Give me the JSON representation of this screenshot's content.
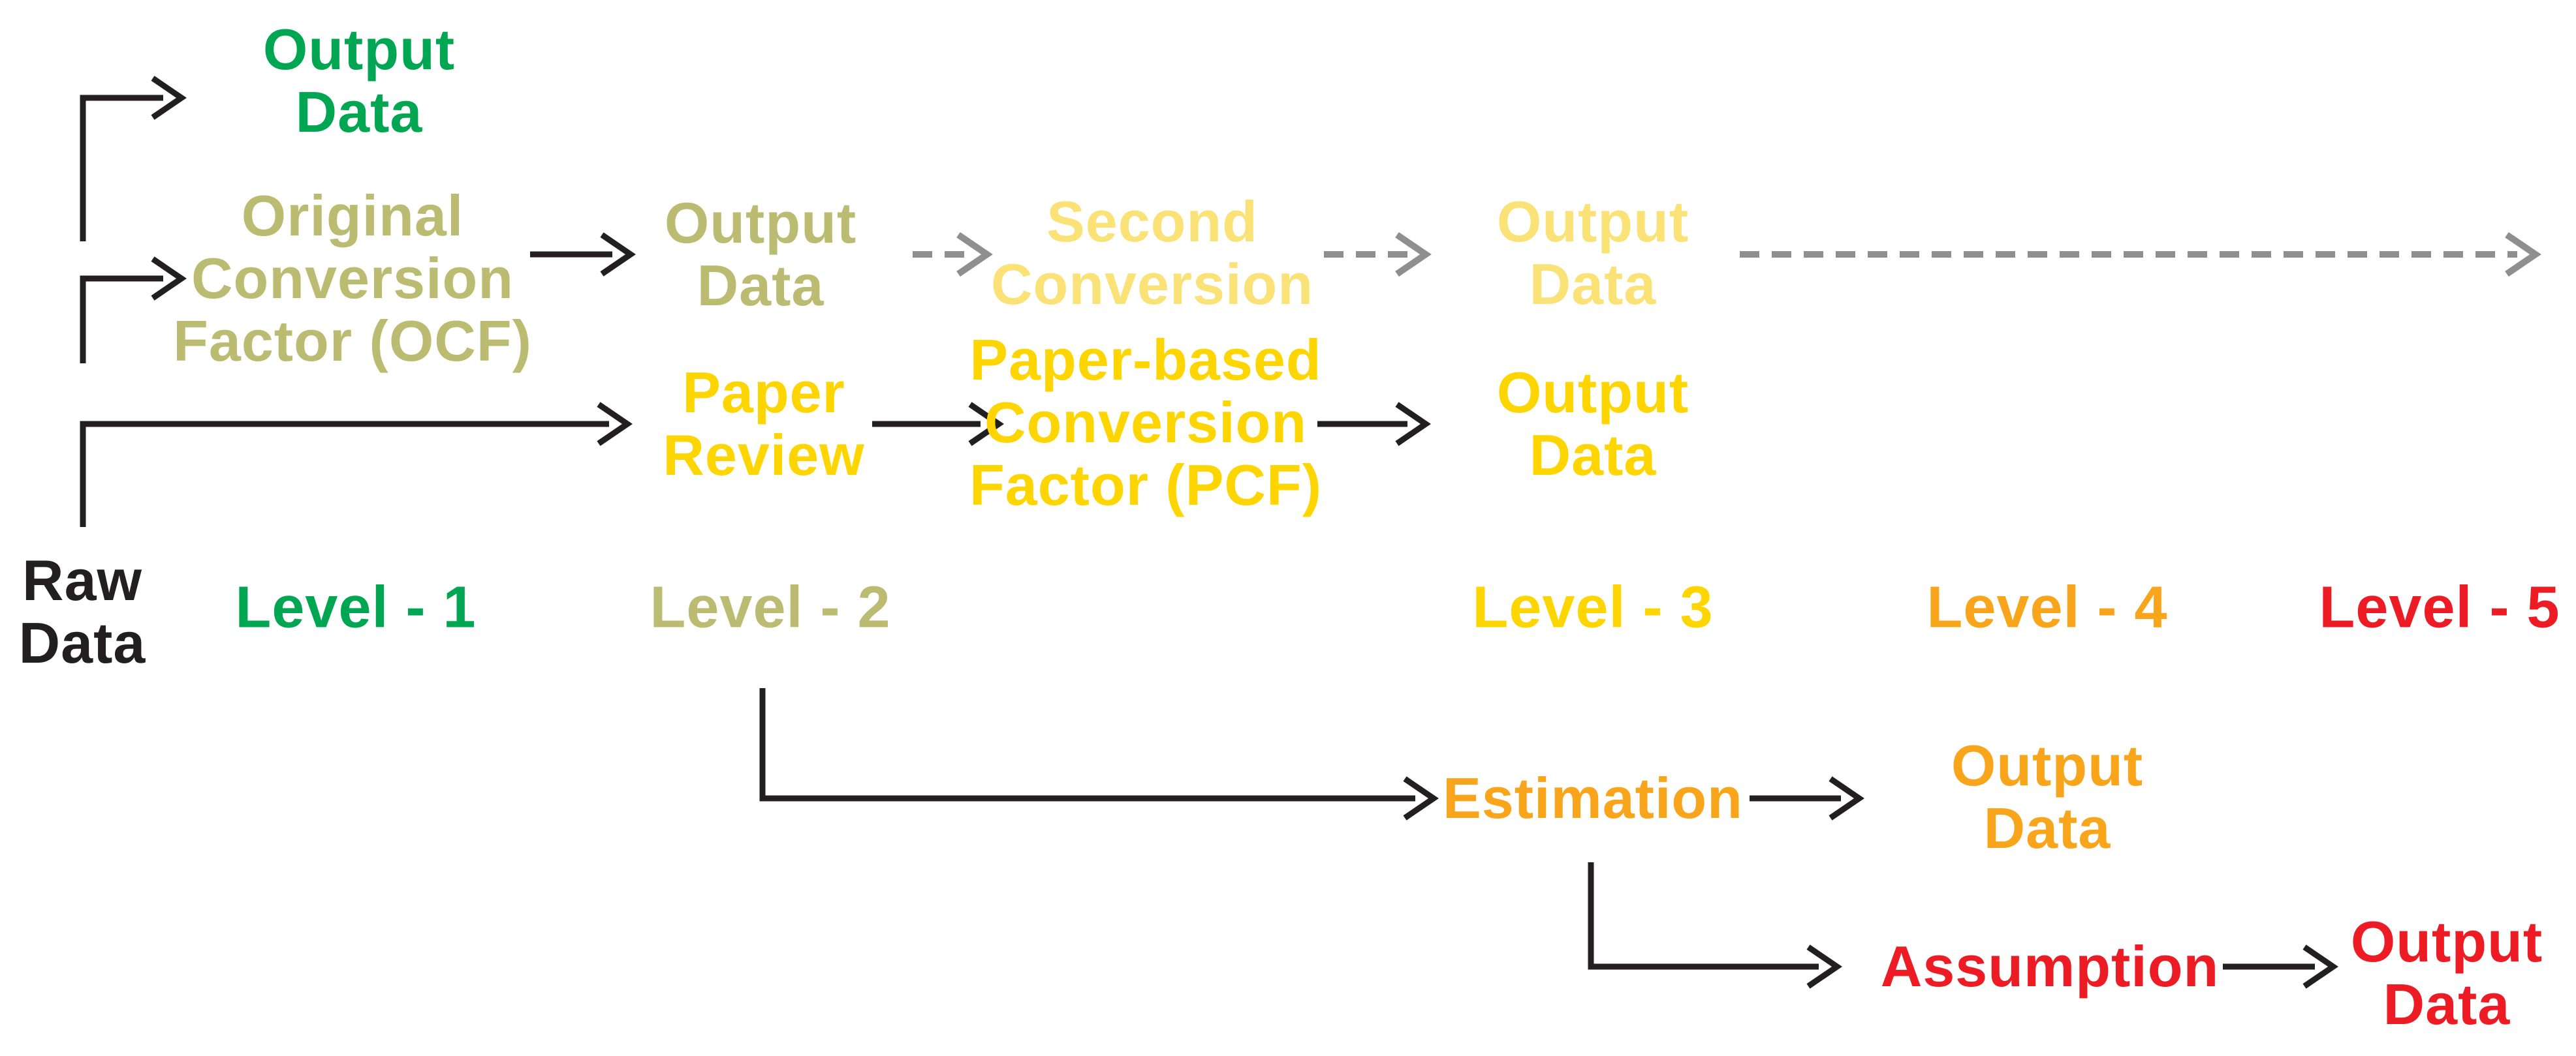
{
  "colors": {
    "green": "#00A651",
    "olive": "#BBBB72",
    "light-yellow": "#FBE277",
    "gold": "#FFD500",
    "orange": "#F9A51B",
    "red": "#ED1C24",
    "ink": "#231F20",
    "dash-gray": "#8F8F8F"
  },
  "nodes": {
    "raw_data": {
      "label": "Raw\nData",
      "color": "#231F20"
    },
    "output_green": {
      "label": "Output\nData",
      "color": "#00A651"
    },
    "ocf": {
      "label": "Original\nConversion\nFactor (OCF)",
      "color": "#BBBB72"
    },
    "output_olive": {
      "label": "Output\nData",
      "color": "#BBBB72"
    },
    "second_conversion": {
      "label": "Second\nConversion",
      "color": "#FBE277"
    },
    "output_lightyellow": {
      "label": "Output\nData",
      "color": "#FBE277"
    },
    "paper_review": {
      "label": "Paper\nReview",
      "color": "#FFD500"
    },
    "pcf": {
      "label": "Paper-based\nConversion\nFactor (PCF)",
      "color": "#FFD500"
    },
    "output_gold": {
      "label": "Output\nData",
      "color": "#FFD500"
    },
    "estimation": {
      "label": "Estimation",
      "color": "#F9A51B"
    },
    "output_orange": {
      "label": "Output\nData",
      "color": "#F9A51B"
    },
    "assumption": {
      "label": "Assumption",
      "color": "#ED1C24"
    },
    "output_red": {
      "label": "Output\nData",
      "color": "#ED1C24"
    }
  },
  "levels": [
    {
      "label": "Level - 1",
      "color": "#00A651"
    },
    {
      "label": "Level - 2",
      "color": "#BBBB72"
    },
    {
      "label": "Level - 3",
      "color": "#FFD500"
    },
    {
      "label": "Level - 4",
      "color": "#F9A51B"
    },
    {
      "label": "Level - 5",
      "color": "#ED1C24"
    }
  ]
}
